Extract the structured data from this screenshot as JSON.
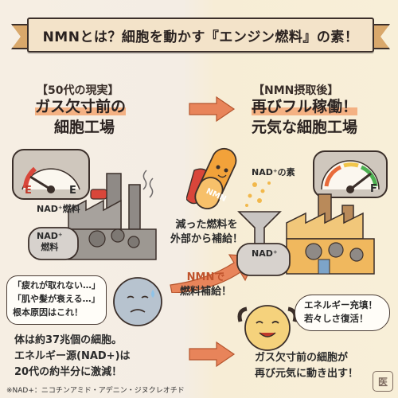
{
  "banner": {
    "title": "NMNとは？細胞を動かす『エンジン燃料』の素！"
  },
  "left": {
    "subtitle": "【50代の現実】",
    "title_line1": "ガス欠寸前の",
    "title_line2": "細胞工場",
    "gauge_left": "E",
    "gauge_right": "E",
    "tank_label": "NAD⁺燃料",
    "tank2_label_line1": "NAD⁺",
    "tank2_label_line2": "燃料",
    "bubble_line1": "「疲れが取れない…」",
    "bubble_line2": "「肌や髪が衰える…」",
    "bubble_line3": "根本原因はこれ！",
    "bottom_line1": "体は約37兆個の細胞。",
    "bottom_line2": "エネルギー源(NAD+)は",
    "bottom_line3": "20代の約半分に激減！"
  },
  "middle": {
    "capsule_label": "NMN",
    "note_line1": "減った燃料を",
    "note_line2": "外部から補給！",
    "arrow_label_line1": "NMNで",
    "arrow_label_line2": "燃料補給！"
  },
  "right": {
    "subtitle": "【NMN摂取後】",
    "title_line1": "再びフル稼働！",
    "title_line2": "元気な細胞工場",
    "nad_source": "NAD⁺の素",
    "gauge_right": "F",
    "tank_label": "NAD⁺",
    "bubble_line1": "エネルギー充填！",
    "bubble_line2": "若々しさ復活！",
    "bottom_line1": "ガス欠寸前の細胞が",
    "bottom_line2": "再び元気に動き出す！",
    "stamp": "医"
  },
  "footnote": "※NAD+：ニコチンアミド・アデニン・ジヌクレオチド",
  "colors": {
    "accent_orange": "#e8845a",
    "highlight": "#f4b183",
    "banner_bg": "#f3e3c9",
    "outline": "#3b2f2a"
  }
}
